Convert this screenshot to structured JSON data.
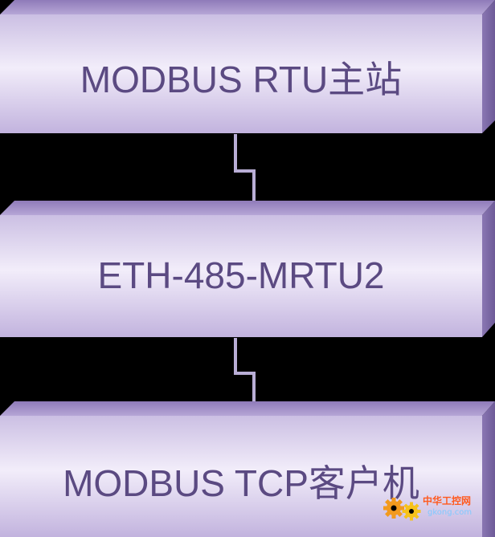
{
  "diagram": {
    "nodes": [
      {
        "id": "master",
        "label": "MODBUS RTU主站"
      },
      {
        "id": "gateway",
        "label": "ETH-485-MRTU2"
      },
      {
        "id": "client",
        "label": "MODBUS TCP客户机"
      }
    ],
    "links": [
      {
        "from": "master",
        "to": "gateway"
      },
      {
        "from": "gateway",
        "to": "client"
      }
    ]
  },
  "watermark": {
    "site_name": "中华工控网",
    "url": "gkong.com"
  },
  "colors": {
    "background": "#000000",
    "box_fill_light": "#f3eefb",
    "box_fill_dark": "#cabde2",
    "box_top_face": "#9d8bc4",
    "box_side_face": "#7e6aa8",
    "label_text": "#5b4a82",
    "connector": "#b9aed6"
  }
}
